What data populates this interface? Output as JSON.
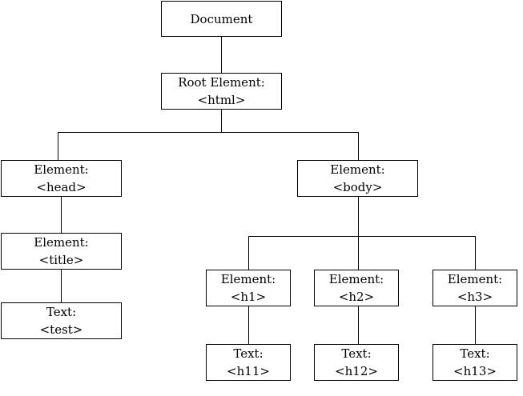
{
  "nodes": {
    "document": {
      "line1": "Document"
    },
    "root": {
      "line1": "Root Element:",
      "line2": "<html>"
    },
    "head": {
      "line1": "Element:",
      "line2": "<head>"
    },
    "body": {
      "line1": "Element:",
      "line2": "<body>"
    },
    "title": {
      "line1": "Element:",
      "line2": "<title>"
    },
    "test": {
      "line1": "Text:",
      "line2": "<test>"
    },
    "h1": {
      "line1": "Element:",
      "line2": "<h1>"
    },
    "h2": {
      "line1": "Element:",
      "line2": "<h2>"
    },
    "h3": {
      "line1": "Element:",
      "line2": "<h3>"
    },
    "h11": {
      "line1": "Text:",
      "line2": "<h11>"
    },
    "h12": {
      "line1": "Text:",
      "line2": "<h12>"
    },
    "h13": {
      "line1": "Text:",
      "line2": "<h13>"
    }
  },
  "colors": {
    "line": "#000000",
    "border": "#000000",
    "background": "#ffffff"
  }
}
